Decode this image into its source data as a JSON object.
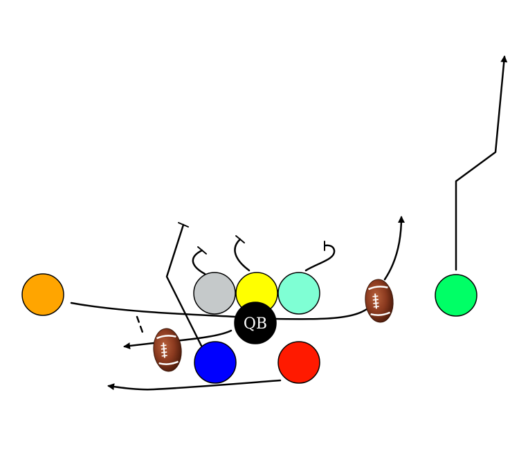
{
  "players": {
    "qb": {
      "label": "QB",
      "color": "#000000"
    },
    "left_guard": {
      "color": "#C5C9CA"
    },
    "center": {
      "color": "#FFFF00"
    },
    "right_guard": {
      "color": "#7FFFD4"
    },
    "left_wing": {
      "color": "#FFA500"
    },
    "right_receiver": {
      "color": "#00FF66"
    },
    "back_left": {
      "color": "#0000FF"
    },
    "back_right": {
      "color": "#FF1A00"
    }
  },
  "footballs": [
    {
      "id": "football-right",
      "color": "#8B3A1F"
    },
    {
      "id": "football-left",
      "color": "#8B3A1F"
    }
  ]
}
